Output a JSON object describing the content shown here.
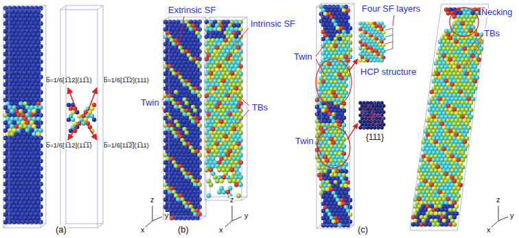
{
  "diagram": {
    "labels": [
      "b̅=1/6[1̅12](11̅1)",
      "b̅=1/6[1̅1̅2](111)",
      "b̅=1/6[1̅12](11̅1̅)",
      "b̅=1/6[11̅2̅](1̅11)",
      "z",
      "y",
      "x",
      "(a)",
      "Extrinsic SF",
      "Twin",
      "Intrinsic SF",
      "TBs",
      "z",
      "x",
      "y",
      "(b)",
      "Twin",
      "Four SF layers",
      "HCP structure",
      "Twin",
      "{111}",
      "Necking",
      "TBs",
      "z",
      "y",
      "x",
      "(c)"
    ]
  }
}
